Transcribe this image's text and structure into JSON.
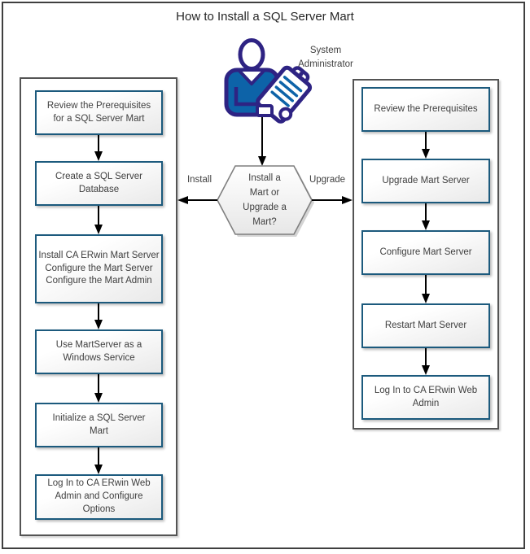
{
  "title": "How to Install a SQL Server Mart",
  "actor": {
    "icon": "system-administrator-icon",
    "label": "System\nAdministrator"
  },
  "decision": {
    "question": "Install a\nMart or\nUpgrade a\nMart?",
    "left_branch_label": "Install",
    "right_branch_label": "Upgrade"
  },
  "install_path": {
    "steps": [
      "Review the Prerequisites\nfor a SQL Server Mart",
      "Create a SQL Server\nDatabase",
      "Install CA ERwin Mart Server\nConfigure the Mart Server\nConfigure the Mart Admin",
      "Use MartServer as a\nWindows Service",
      "Initialize a SQL Server\nMart",
      "Log In to CA ERwin Web\nAdmin and Configure\nOptions"
    ]
  },
  "upgrade_path": {
    "steps": [
      "Review the Prerequisites",
      "Upgrade Mart Server",
      "Configure Mart Server",
      "Restart Mart Server",
      "Log In to CA ERwin Web\nAdmin"
    ]
  },
  "colors": {
    "box_border": "#1c5a7d",
    "actor_fill": "#0d63a8",
    "actor_outline": "#2e2383",
    "hexagon_border": "#7f7f7f",
    "text": "#404040",
    "connector": "#000000"
  }
}
